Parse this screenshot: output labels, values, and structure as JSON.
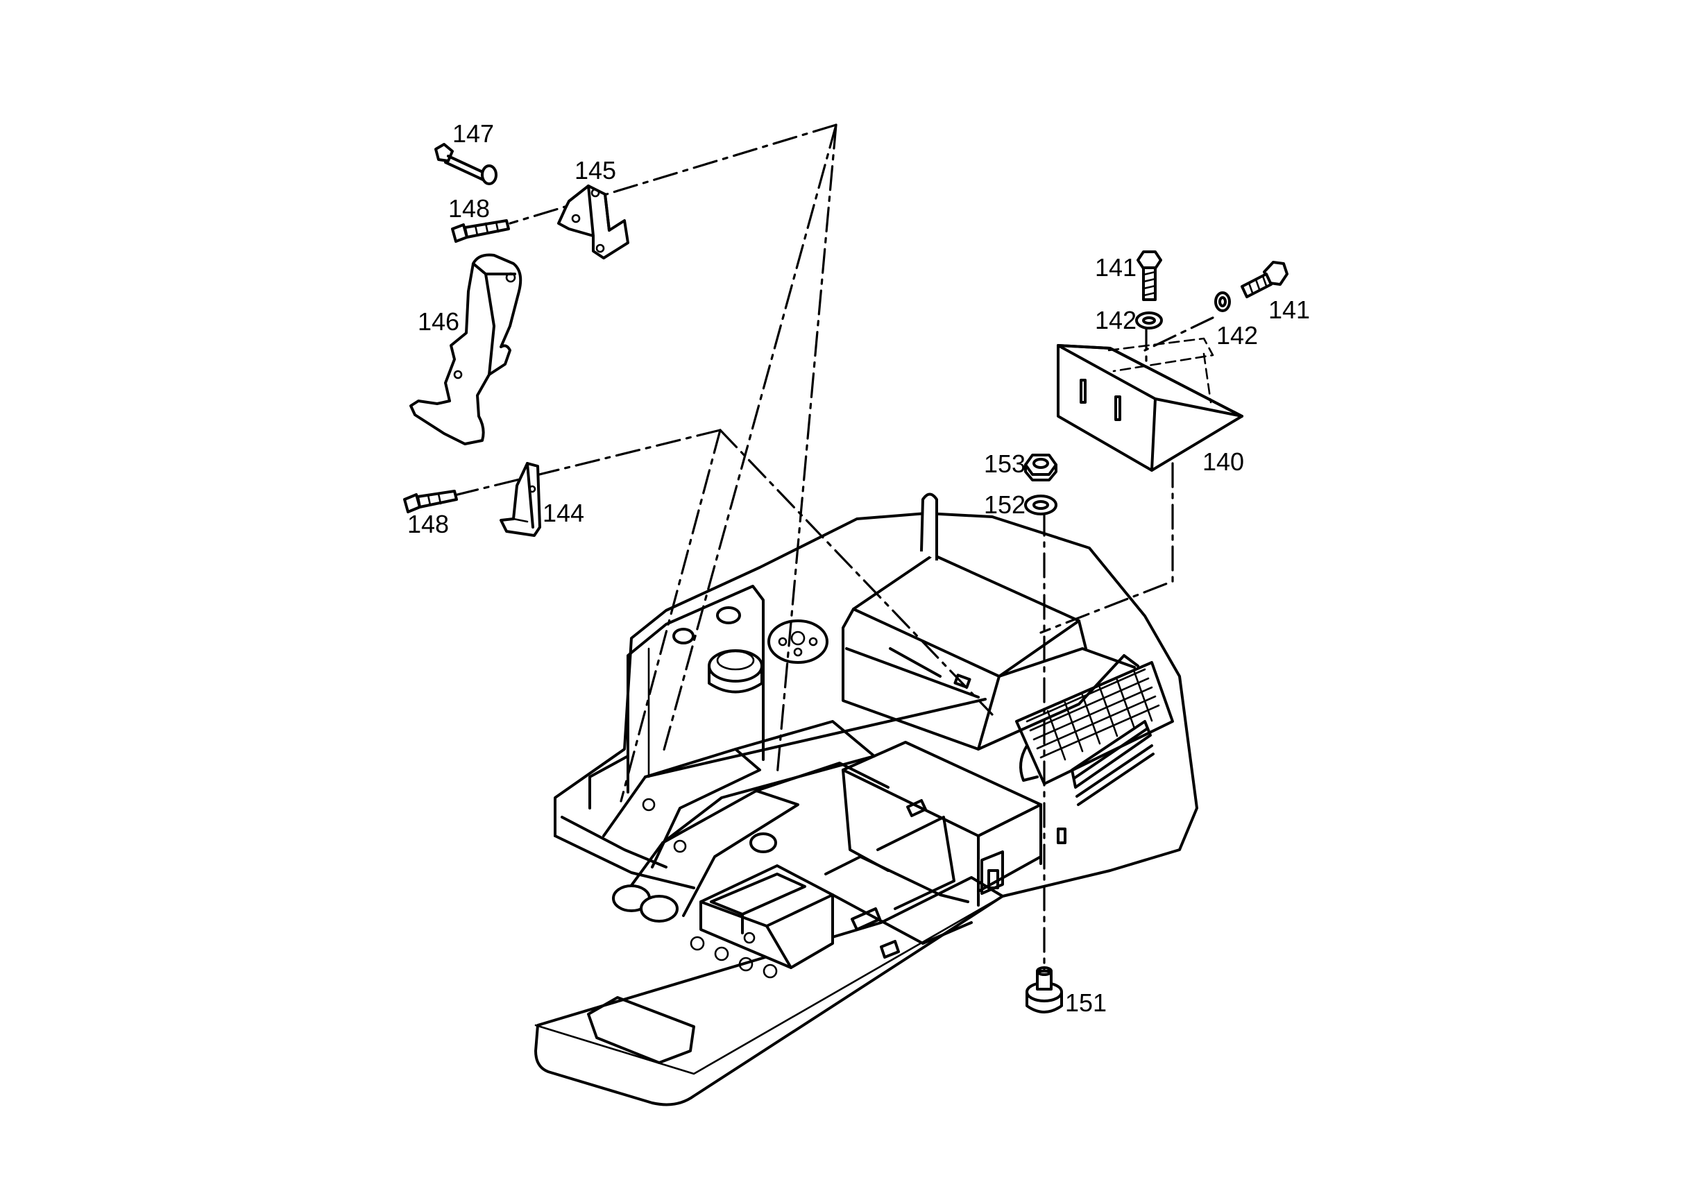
{
  "labels": {
    "p140": "140",
    "p141a": "141",
    "p141b": "141",
    "p142a": "142",
    "p142b": "142",
    "p144": "144",
    "p145": "145",
    "p146": "146",
    "p147": "147",
    "p148a": "148",
    "p148b": "148",
    "p151": "151",
    "p152": "152",
    "p153": "153"
  }
}
